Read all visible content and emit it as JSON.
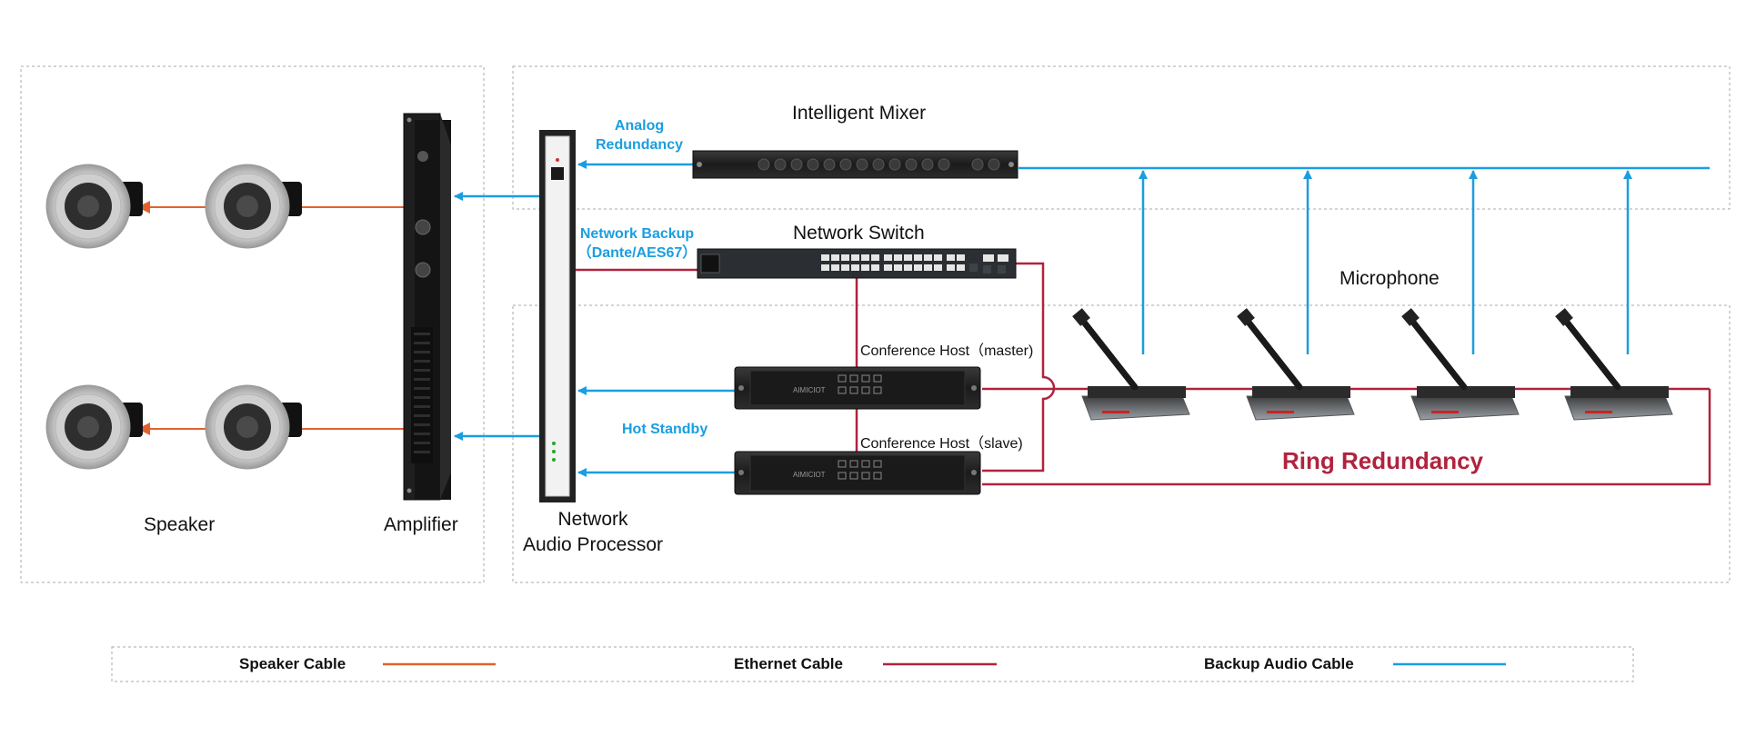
{
  "labels": {
    "speaker": "Speaker",
    "amplifier": "Amplifier",
    "processor_line1": "Network",
    "processor_line2": "Audio Processor",
    "mixer": "Intelligent Mixer",
    "switch": "Network Switch",
    "microphone": "Microphone",
    "host_master": "Conference Host（master)",
    "host_slave": "Conference Host（slave)",
    "analog_line1": "Analog",
    "analog_line2": "Redundancy",
    "netbackup_line1": "Network Backup",
    "netbackup_line2": "（Dante/AES67）",
    "hot_standby": "Hot Standby",
    "ring_redundancy": "Ring Redundancy"
  },
  "legend": [
    {
      "label": "Speaker Cable",
      "color": "#e2622e"
    },
    {
      "label": "Ethernet Cable",
      "color": "#b0233e"
    },
    {
      "label": "Backup Audio Cable",
      "color": "#1a9ee0"
    }
  ],
  "device_marks": {
    "host_brand": "AIMICIOT"
  },
  "colors": {
    "speaker_cable": "#e2622e",
    "ethernet_cable": "#b0233e",
    "backup_audio_cable": "#1a9ee0",
    "frame": "#aaaaaa"
  }
}
